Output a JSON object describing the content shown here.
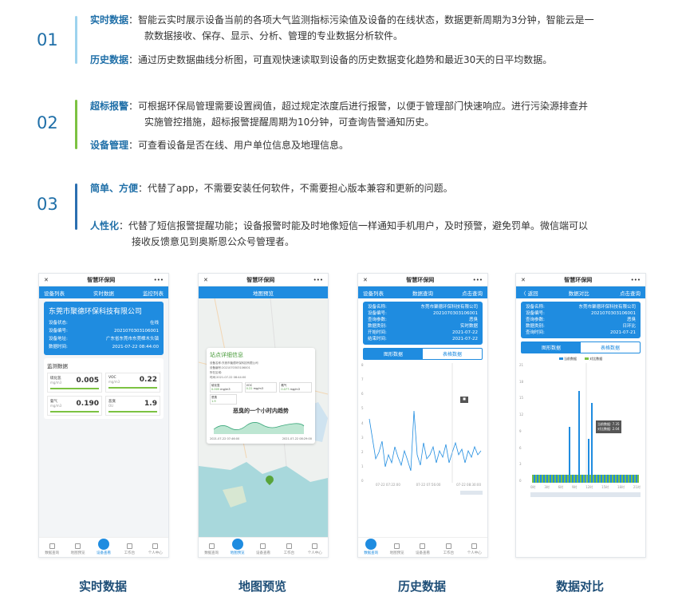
{
  "features": [
    {
      "number": "01",
      "bar_color": "#9dd3ee",
      "items": [
        {
          "key": "实时数据",
          "text_1": "：智能云实时展示设备当前的各项大气监测指标污染值及设备的在线状态，数据更新周期为3分钟，智能云是一",
          "text_2": "款数据接收、保存、显示、分析、管理的专业数据分析软件。"
        },
        {
          "key": "历史数据",
          "text_1": "：通过历史数据曲线分析图，可直观快速读取到设备的历史数据变化趋势和最近30天的日平均数据。"
        }
      ]
    },
    {
      "number": "02",
      "bar_color": "#7cc242",
      "items": [
        {
          "key": "超标报警",
          "text_1": "：可根据环保局管理需要设置阀值，超过规定浓度后进行报警，以便于管理部门快速响应。进行污染源排查并",
          "text_2": "实施管控措施，超标报警提醒周期为10分钟，可查询告警通知历史。"
        },
        {
          "key": "设备管理",
          "text_1": "：可查看设备是否在线、用户单位信息及地理信息。"
        }
      ]
    },
    {
      "number": "03",
      "bar_color": "#2b6fb0",
      "items": [
        {
          "key": "简单、方便",
          "text_1": "：代替了app，不需要安装任何软件，不需要担心版本兼容和更新的问题。"
        },
        {
          "key": "人性化",
          "text_1": "：代替了短信报警提醒功能；设备报警时能及时地像短信一样通知手机用户，及时预警，避免罚单。微信端可以",
          "text_2": "接收反馈意见到奥斯恩公众号管理者。"
        }
      ]
    }
  ],
  "phones": {
    "app_title": "智慧环保网",
    "close": "✕",
    "more": "•••",
    "nav": [
      "数据查询",
      "地图预览",
      "设备查看",
      "工作台",
      "个人中心"
    ],
    "p1": {
      "tabs": [
        "设备列表",
        "实时数据",
        "监控列表"
      ],
      "company": "东莞市聚德环保科技有限公司",
      "rows": [
        {
          "k": "设备状态:",
          "v": "在线"
        },
        {
          "k": "设备编号:",
          "v": "2021070303106001"
        },
        {
          "k": "设备地址:",
          "v": "广东省东莞市东莞樟木头镇"
        },
        {
          "k": "数据时间:",
          "v": "2021-07-22 08:44:00"
        }
      ],
      "section": "监测数据",
      "metrics": [
        {
          "name": "硫化氢",
          "unit": "mg/m3",
          "value": "0.005"
        },
        {
          "name": "VOC",
          "unit": "mg/m3",
          "value": "0.22"
        },
        {
          "name": "氨气",
          "unit": "mg/m3",
          "value": "0.190"
        },
        {
          "name": "恶臭",
          "unit": "OU",
          "value": "1.9"
        }
      ]
    },
    "p2": {
      "tab": "地图预览",
      "popup_title": "站点详细信息",
      "popup_lines": [
        "设备名称:东莞市聚德环保科技有限公司",
        "设备编号:2021070303106001",
        "所在区域:",
        "时间:2021-07-22 08:44:00"
      ],
      "popup_metrics": [
        {
          "n": "硫化氢",
          "v": "0.005",
          "u": "mg/m3"
        },
        {
          "n": "VOC",
          "v": "0.22",
          "u": "mg/m3"
        },
        {
          "n": "氨气",
          "v": "0.077",
          "u": "mg/m3"
        },
        {
          "n": "恶臭",
          "v": "1.9",
          "u": ""
        }
      ],
      "trend_title": "恶臭的一个小时内趋势",
      "trend_start": "2021-07-22 07:46:00",
      "trend_end": "2021-07-22 08:29:00"
    },
    "p3": {
      "tabs": [
        "设备列表",
        "数据查询",
        "点击查询"
      ],
      "rows": [
        {
          "k": "设备名称:",
          "v": "东莞市聚德环保科技有限公司"
        },
        {
          "k": "设备编号:",
          "v": "2021070303106001"
        },
        {
          "k": "查询参数:",
          "v": "恶臭"
        },
        {
          "k": "数据类别:",
          "v": "实时数据"
        },
        {
          "k": "开始时间:",
          "v": "2021-07-22"
        },
        {
          "k": "结束时间:",
          "v": "2021-07-22"
        }
      ],
      "toggle": [
        "图形数据",
        "表格数据"
      ],
      "y_ticks": [
        "8",
        "7",
        "6",
        "5",
        "4",
        "3",
        "2",
        "1",
        "0"
      ],
      "x_ticks": [
        "07-22 07:22:00",
        "07-22 07:56:00",
        "07-22 08:30:00"
      ]
    },
    "p4": {
      "back": "〈 返回",
      "title": "数据对比",
      "query": "点击查询",
      "rows": [
        {
          "k": "设备名称:",
          "v": "东莞市聚德环保科技有限公司"
        },
        {
          "k": "设备编号:",
          "v": "2021070303106001"
        },
        {
          "k": "查询参数:",
          "v": "恶臭"
        },
        {
          "k": "数据类别:",
          "v": "日环比"
        },
        {
          "k": "查询时间:",
          "v": "2021-07-21"
        }
      ],
      "toggle": [
        "图形数据",
        "表格数据"
      ],
      "legend": [
        "当前数据",
        "对比数据"
      ],
      "tooltip": [
        "当前数据: 7.35",
        "对比数据: 2.04"
      ],
      "y_ticks": [
        "21",
        "18",
        "15",
        "12",
        "9",
        "6",
        "3",
        "0"
      ],
      "x_ticks": [
        "0时",
        "3时",
        "6时",
        "9时",
        "12时",
        "15时",
        "18时",
        "21时"
      ]
    }
  },
  "captions": [
    "实时数据",
    "地图预览",
    "历史数据",
    "数据对比"
  ]
}
